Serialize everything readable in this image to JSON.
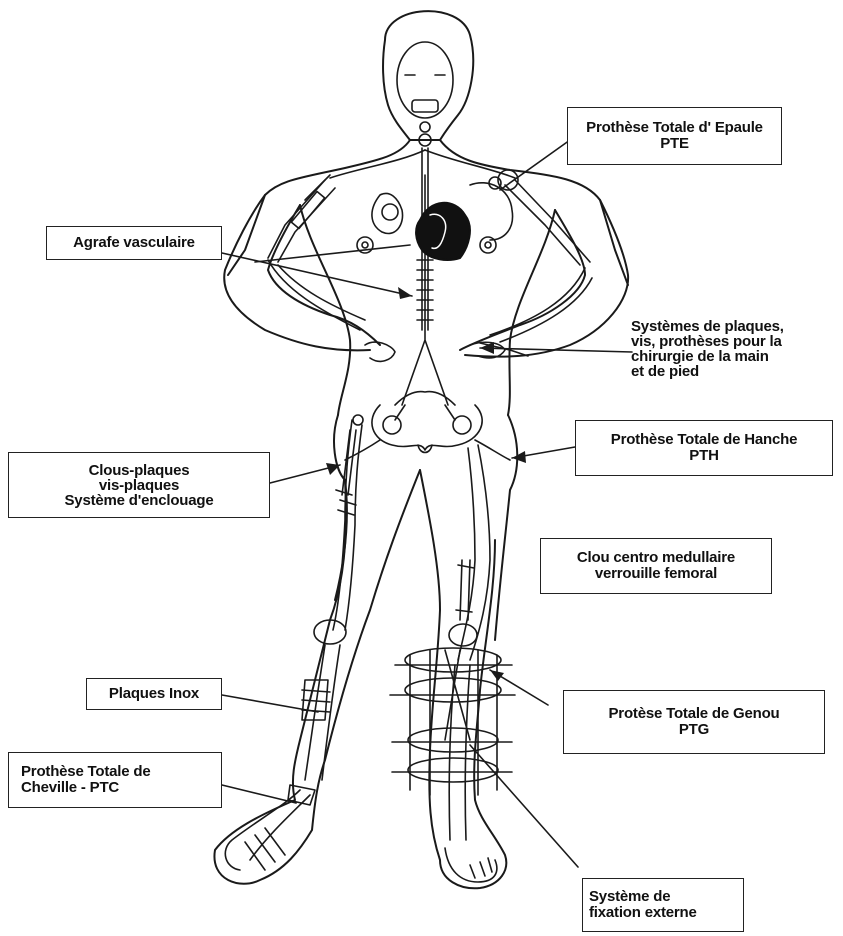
{
  "labels": {
    "pte": {
      "line1": "Prothèse Totale d' Epaule",
      "line2": "PTE"
    },
    "agrafe": {
      "line1": "Agrafe vasculaire"
    },
    "plaques_main": {
      "line1": "Systèmes de plaques,",
      "line2": "vis, prothèses pour la",
      "line3": "chirurgie de la main",
      "line4": "et de pied"
    },
    "clous": {
      "line1": "Clous-plaques",
      "line2": "vis-plaques",
      "line3": "Système d'enclouage"
    },
    "pth": {
      "line1": "Prothèse Totale de Hanche",
      "line2": "PTH"
    },
    "clou_centro": {
      "line1": "Clou centro medullaire",
      "line2": "verrouille femoral"
    },
    "plaques_inox": {
      "line1": "Plaques Inox"
    },
    "ptg": {
      "line1": "Protèse Totale de Genou",
      "line2": "PTG"
    },
    "ptc": {
      "line1": "Prothèse  Totale de",
      "line2": "Cheville  - PTC"
    },
    "fixation": {
      "line1": "Système de",
      "line2": "fixation externe"
    }
  },
  "colors": {
    "line": "#1a1a1a",
    "heart": "#111111",
    "background": "#ffffff"
  }
}
